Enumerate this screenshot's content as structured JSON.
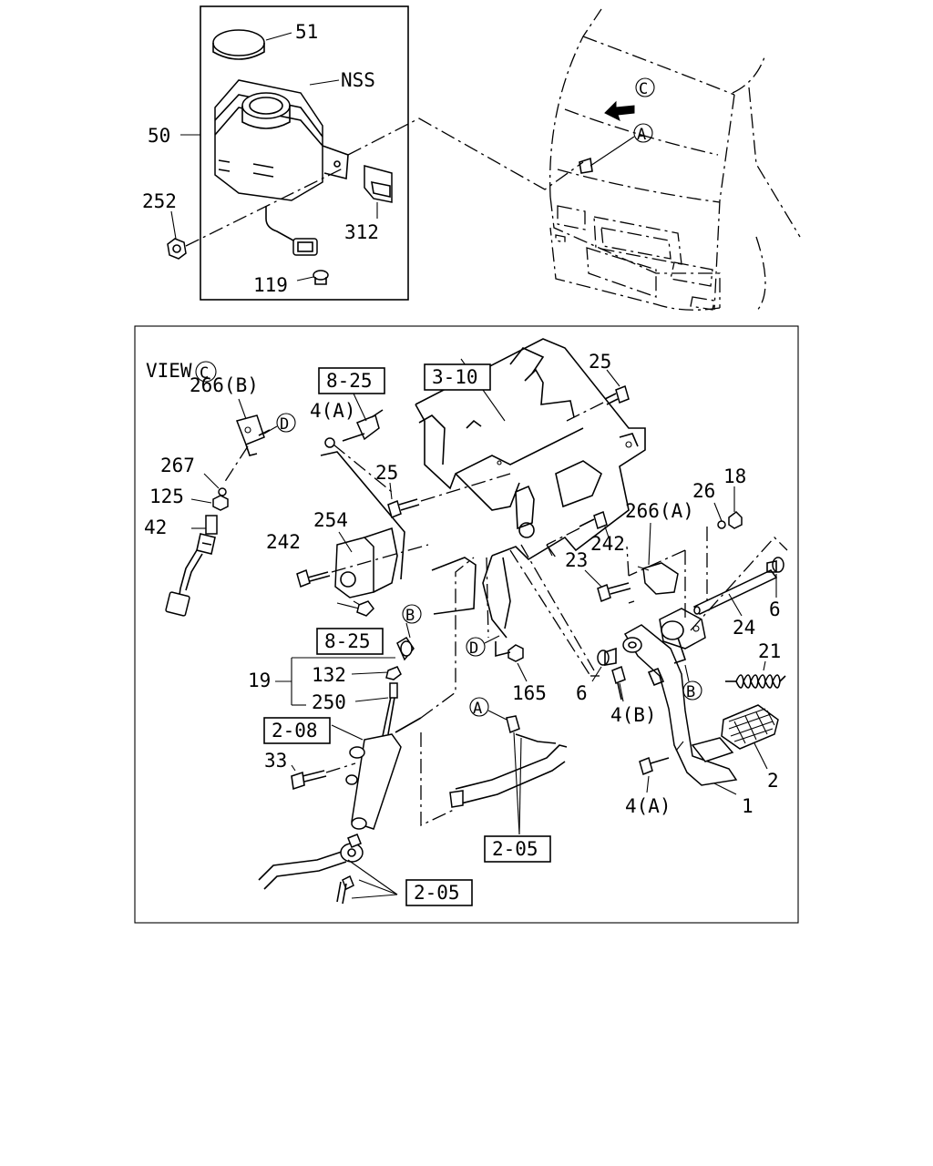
{
  "view_label": "VIEW",
  "view_letter": "C",
  "refs": {
    "a": "A",
    "b": "B",
    "c": "C",
    "d": "D"
  },
  "boxed_labels": {
    "b3_10": "3-10",
    "b8_25_top": "8-25",
    "b8_25_bottom": "8-25",
    "b2_08": "2-08",
    "b2_05_right": "2-05",
    "b2_05_bottom": "2-05"
  },
  "inset_labels": {
    "l51": "51",
    "nss": "NSS",
    "l50": "50",
    "l252": "252",
    "l312": "312",
    "l119": "119"
  },
  "labels": {
    "l266b": "266(B)",
    "l267": "267",
    "l125": "125",
    "l42": "42",
    "l4a_top": "4(A)",
    "l25_top": "25",
    "l25_mid": "25",
    "l254": "254",
    "l242_left": "242",
    "l242_right": "242",
    "l266a": "266(A)",
    "l26": "26",
    "l18": "18",
    "l23": "23",
    "l6_right": "6",
    "l24": "24",
    "l21": "21",
    "l165": "165",
    "l6_mid": "6",
    "l4b": "4(B)",
    "l2": "2",
    "l4a_bottom": "4(A)",
    "l1": "1",
    "l19": "19",
    "l132": "132",
    "l250": "250",
    "l33": "33"
  }
}
